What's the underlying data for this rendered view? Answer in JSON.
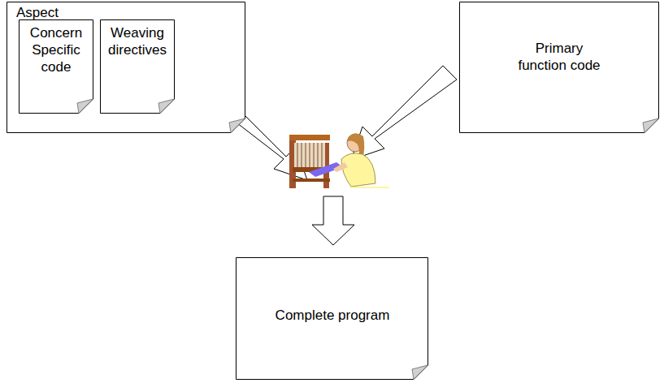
{
  "diagram": {
    "nodes": [
      {
        "text": [
          "Aspect"
        ]
      },
      {
        "text": [
          "Concern Specific code"
        ],
        "in": 0
      },
      {
        "text": [
          "Weaving directives"
        ],
        "in": 0
      },
      {
        "text": [
          "Primary function code"
        ]
      },
      {
        "text": [
          "Complete program"
        ]
      }
    ]
  }
}
